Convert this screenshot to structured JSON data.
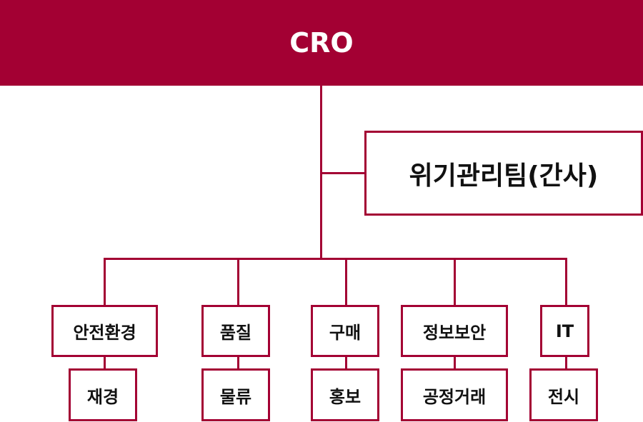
{
  "header": {
    "title": "CRO"
  },
  "side_team": {
    "label": "위기관리팀(간사)"
  },
  "departments": [
    {
      "top": "안전환경",
      "bottom": "재경"
    },
    {
      "top": "품질",
      "bottom": "물류"
    },
    {
      "top": "구매",
      "bottom": "홍보"
    },
    {
      "top": "정보보안",
      "bottom": "공정거래"
    },
    {
      "top": "IT",
      "bottom": "전시"
    }
  ],
  "colors": {
    "accent": "#a30033",
    "text": "#111111",
    "background": "#ffffff"
  }
}
